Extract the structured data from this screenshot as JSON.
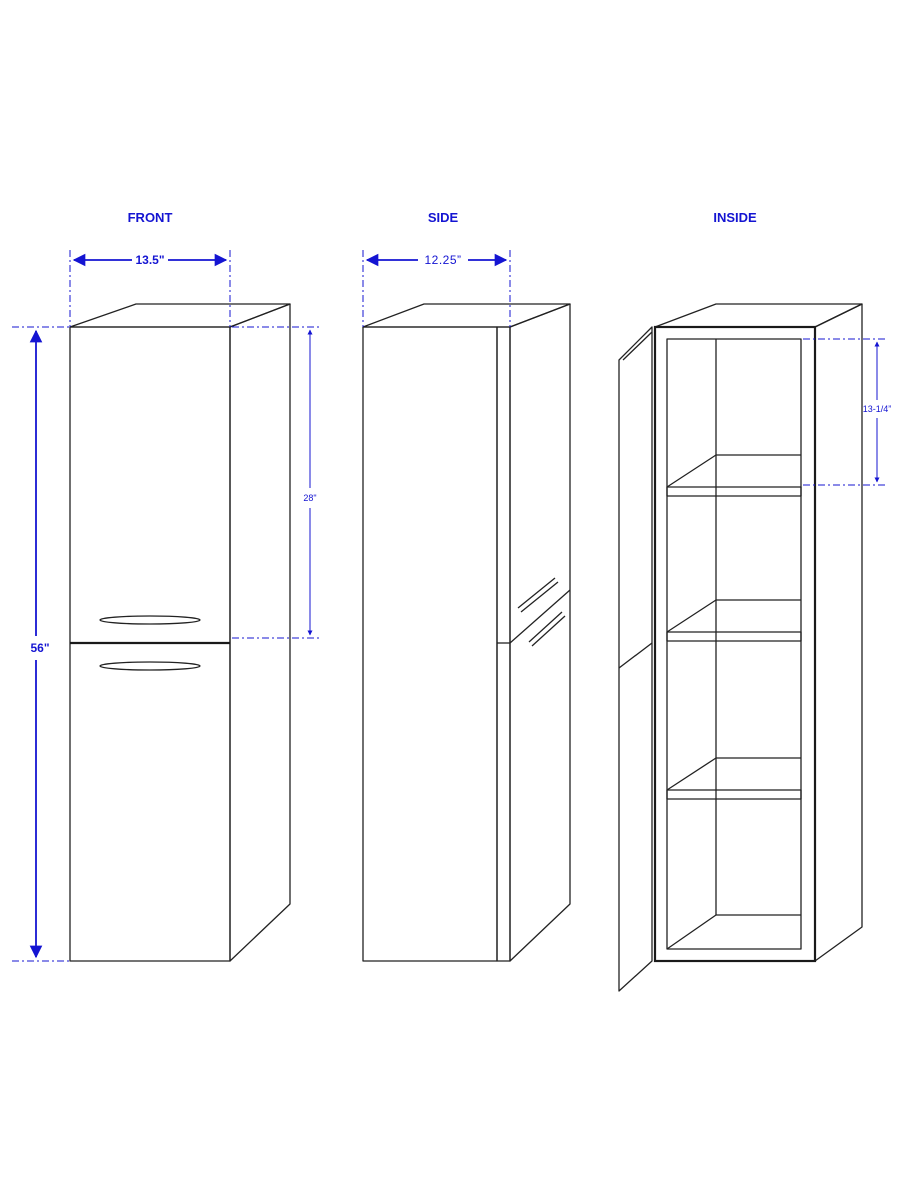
{
  "colors": {
    "dimension": "#1414d2",
    "outline": "#222222",
    "background": "#ffffff"
  },
  "views": {
    "front": {
      "title": "FRONT",
      "width_label": "13.5\"",
      "height_label": "56\"",
      "upper_door_label": "28\""
    },
    "side": {
      "title": "SIDE",
      "depth_label": "12.25”"
    },
    "inside": {
      "title": "INSIDE",
      "shelf_spacing_label": "13-1/4”"
    }
  }
}
